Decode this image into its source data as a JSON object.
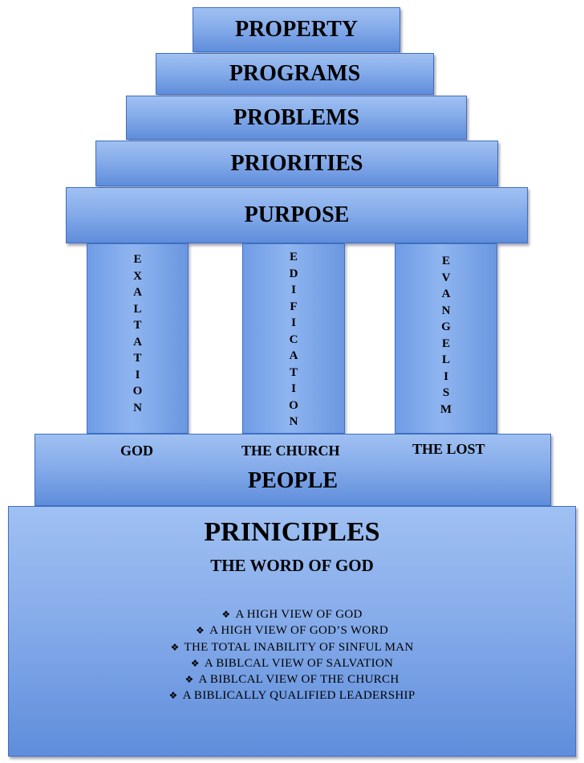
{
  "tiers": {
    "property": "PROPERTY",
    "programs": "PROGRAMS",
    "problems": "PROBLEMS",
    "priorities": "PRIORITIES",
    "purpose": "PURPOSE"
  },
  "pillars": [
    {
      "word": "EXALTATION",
      "target": "GOD"
    },
    {
      "word": "EDIFICATION",
      "target": "THE CHURCH"
    },
    {
      "word": "EVANGELISM",
      "target": "THE LOST"
    }
  ],
  "people": "PEOPLE",
  "principles": {
    "title": "PRINICIPLES",
    "subtitle": "THE WORD OF GOD",
    "bullet_symbol": "❖",
    "items": [
      "A HIGH VIEW OF GOD",
      "A HIGH VIEW OF GOD’S WORD",
      "THE TOTAL INABILITY OF SINFUL MAN",
      "A BIBLCAL VIEW OF SALVATION",
      "A BIBLCAL VIEW OF THE CHURCH",
      "A BIBLICALLY QUALIFIED LEADERSHIP"
    ]
  }
}
